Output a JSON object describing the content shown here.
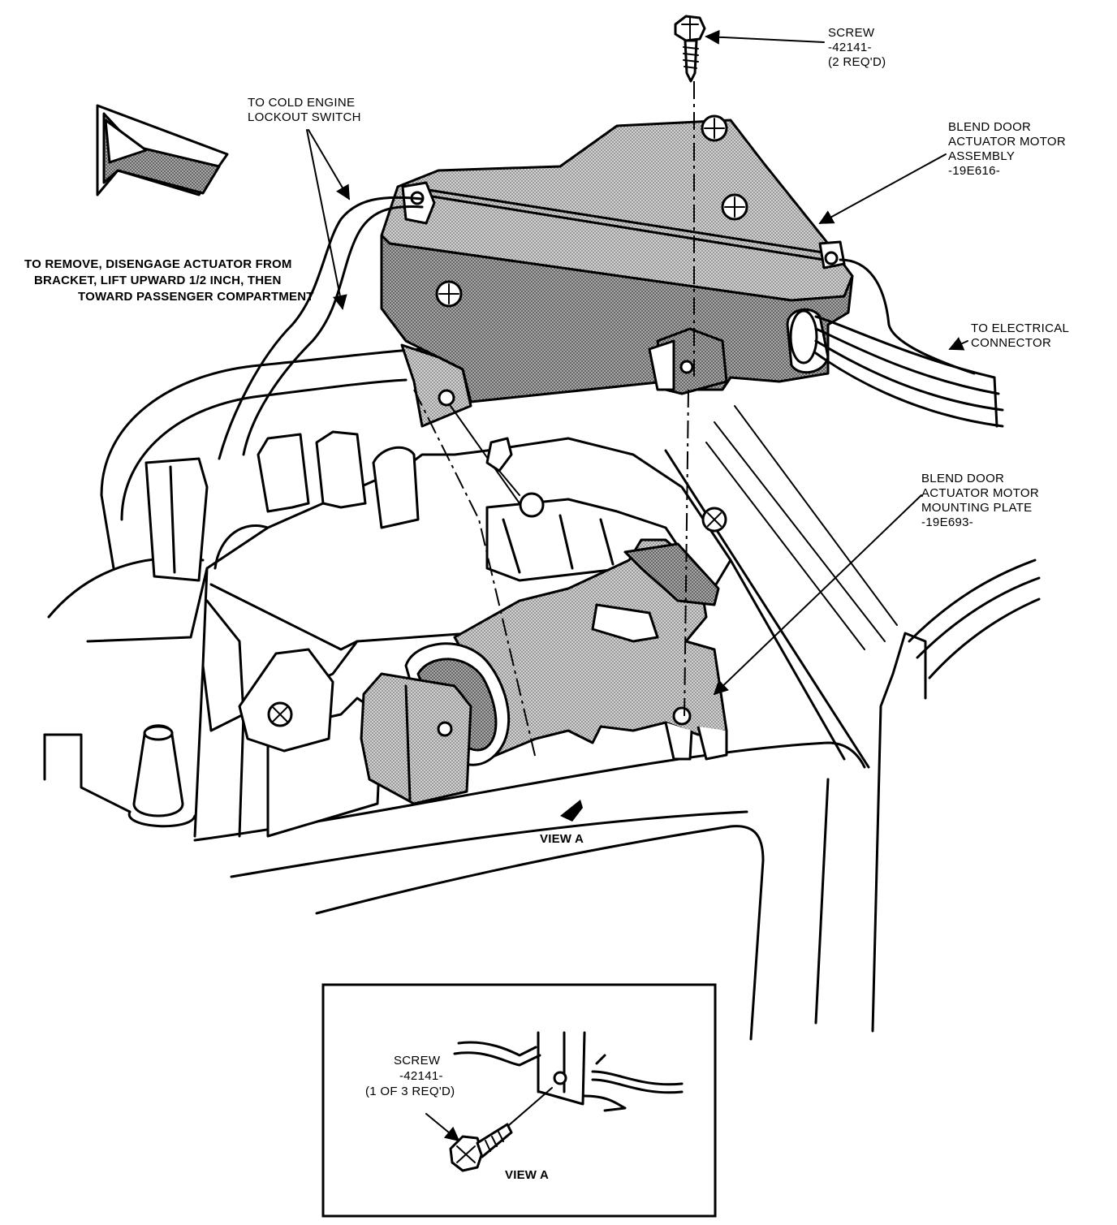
{
  "labels": {
    "screw_top": [
      "SCREW",
      "-42141-",
      "(2 REQ'D)"
    ],
    "cold_engine": [
      "TO COLD ENGINE",
      "LOCKOUT SWITCH"
    ],
    "instruction": [
      "TO REMOVE, DISENGAGE ACTUATOR FROM",
      "BRACKET, LIFT UPWARD 1/2 INCH, THEN",
      "TOWARD PASSENGER COMPARTMENT"
    ],
    "motor_assembly": [
      "BLEND DOOR",
      "ACTUATOR MOTOR",
      "ASSEMBLY",
      "-19E616-"
    ],
    "electrical": [
      "TO ELECTRICAL",
      "CONNECTOR"
    ],
    "mounting_plate": [
      "BLEND DOOR",
      "ACTUATOR MOTOR",
      "MOUNTING PLATE",
      "-19E693-"
    ],
    "view_a_main": "VIEW A",
    "inset_screw": [
      "SCREW",
      "-42141-",
      "(1 OF 3 REQ'D)"
    ],
    "inset_view_a": "VIEW A"
  },
  "icons": {
    "front_arrow": "front-direction-arrow-icon",
    "view_arrow": "view-direction-arrow-icon"
  },
  "colors": {
    "ink": "#000000",
    "paper": "#ffffff",
    "stipple": "#8a8a8a"
  }
}
